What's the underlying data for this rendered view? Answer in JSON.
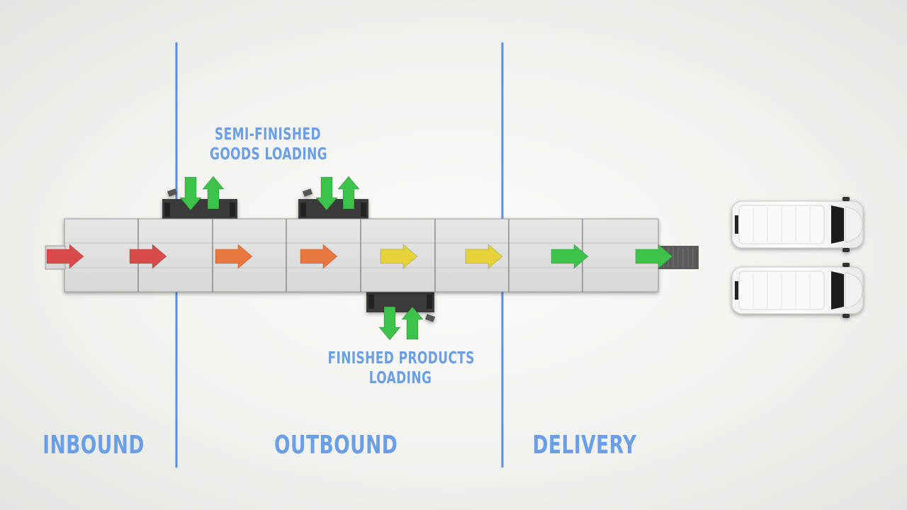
{
  "zones": [
    {
      "id": "inbound",
      "label": "INBOUND"
    },
    {
      "id": "outbound",
      "label": "OUTBOUND"
    },
    {
      "id": "delivery",
      "label": "DELIVERY"
    }
  ],
  "stations": {
    "semi_finished": {
      "label_line1": "SEMI-FINISHED",
      "label_line2": "GOODS LOADING"
    },
    "finished": {
      "label_line1": "FINISHED PRODUCTS",
      "label_line2": "LOADING"
    }
  },
  "colors": {
    "divider": "#5b8fdb",
    "label": "#6a9fe6",
    "flow_red": "#d94a4a",
    "flow_orange": "#e8773e",
    "flow_yellow": "#e6d23a",
    "flow_green": "#3dc24a"
  },
  "flow_arrows": [
    "red",
    "red",
    "orange",
    "orange",
    "yellow",
    "yellow",
    "green",
    "green"
  ],
  "vehicles": [
    "delivery-van",
    "delivery-van"
  ],
  "icons": [
    "arrow-right-icon",
    "arrow-down-icon",
    "arrow-up-icon",
    "van-icon",
    "station-icon"
  ]
}
